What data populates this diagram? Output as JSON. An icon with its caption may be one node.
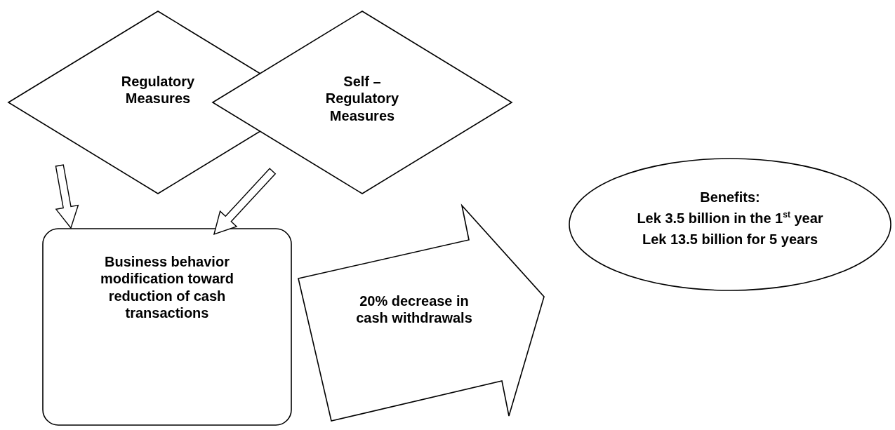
{
  "diagram": {
    "nodes": [
      {
        "text": [
          "Regulatory Measures"
        ]
      },
      {
        "text": [
          "Self – Regulatory Measures"
        ]
      },
      {
        "text": [
          "Business behavior modification toward reduction of cash transactions"
        ]
      },
      {
        "text": [
          "20% decrease in cash withdrawals"
        ]
      },
      {
        "text": [
          "Benefits:",
          "Lek 3.5 billion in the 1$^{st}$ year",
          "Lek 13.5 billion for 5 years"
        ]
      }
    ],
    "edges": [
      {
        "from": 0,
        "to": 2,
        "arrow": "to"
      },
      {
        "from": 1,
        "to": 2,
        "arrow": "to"
      }
    ]
  }
}
